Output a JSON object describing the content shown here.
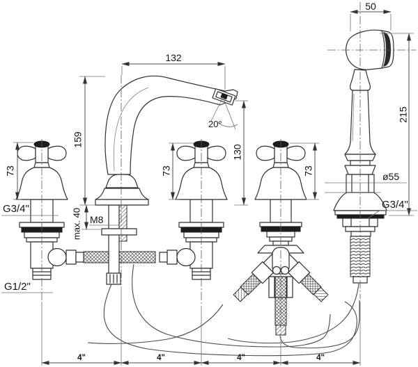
{
  "drawing": {
    "labels": {
      "shower_head_width": "50",
      "shower_height": "215",
      "spout_reach": "132",
      "spray_angle": "20°",
      "spout_height": "159",
      "outlet_height": "130",
      "handle_height_cold": "73",
      "handle_height_hot": "73",
      "handle_height_diverter": "73",
      "holder_base_diameter": "ø55",
      "inlet_thread_cold": "G3/4\"",
      "holder_thread": "G3/4\"",
      "fixing_stud_thread": "M8",
      "max_deck_thickness": "max. 40",
      "supply_thread": "G1/2\"",
      "hole_spacing_1": "4\"",
      "hole_spacing_2": "4\"",
      "hole_spacing_3": "4\"",
      "hole_spacing_4": "4\""
    }
  }
}
